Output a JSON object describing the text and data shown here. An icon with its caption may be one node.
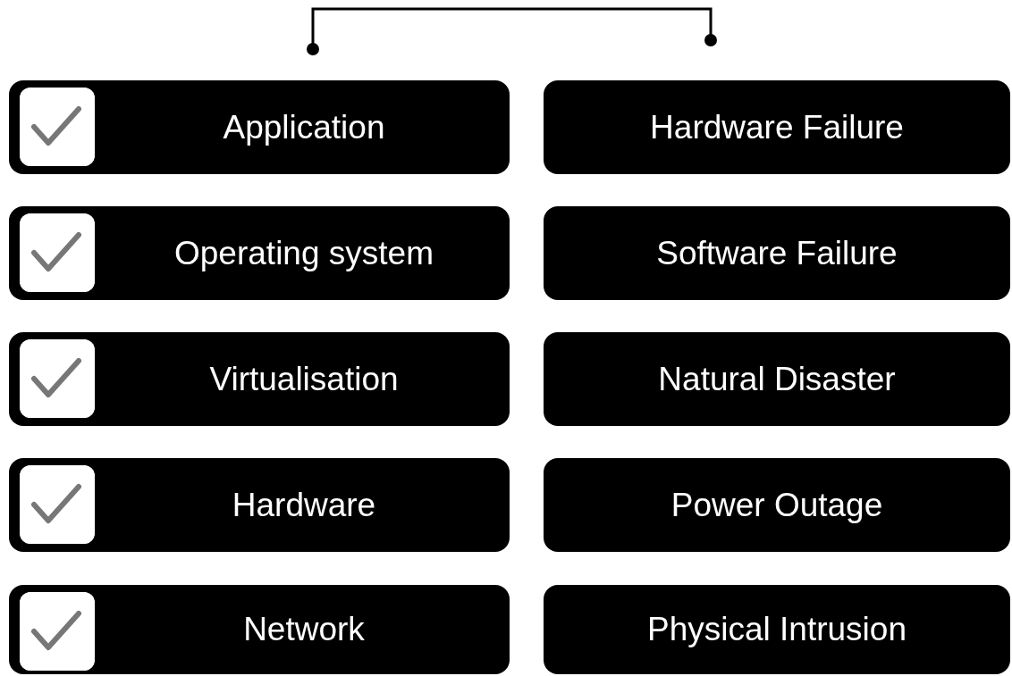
{
  "diagram": {
    "nodes": [
      {
        "text": [
          "Application"
        ]
      },
      {
        "text": [
          "Operating system"
        ]
      },
      {
        "text": [
          "Virtualisation"
        ]
      },
      {
        "text": [
          "Hardware"
        ]
      },
      {
        "text": [
          "Network"
        ]
      },
      {
        "text": [
          "Hardware Failure"
        ]
      },
      {
        "text": [
          "Software Failure"
        ]
      },
      {
        "text": [
          "Natural Disaster"
        ]
      },
      {
        "text": [
          "Power Outage"
        ]
      },
      {
        "text": [
          "Physical Intrusion"
        ]
      }
    ]
  }
}
